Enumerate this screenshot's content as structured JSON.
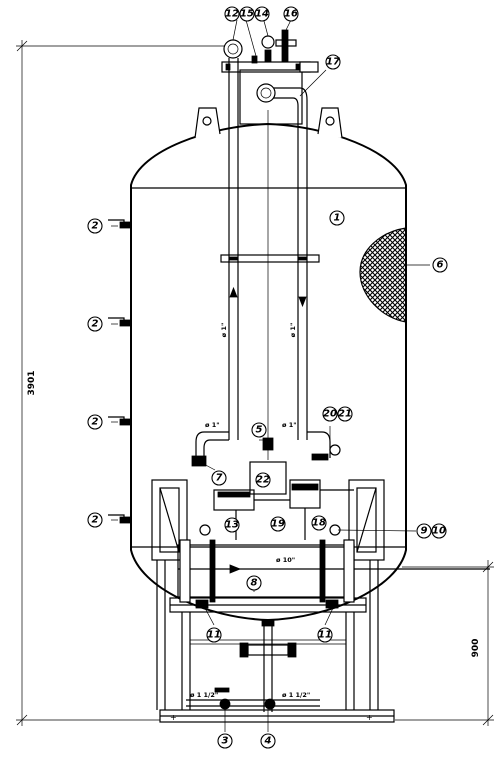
{
  "dimensions": {
    "overall_height": "3901",
    "base_height": "900"
  },
  "pipe_labels": {
    "riser_left": "ø 1\"",
    "riser_right": "ø 1\"",
    "branch_left": "ø 1\"",
    "branch_right": "ø 1\"",
    "collector": "ø 10\"",
    "drain_left": "ø 1 1/2\"",
    "drain_right": "ø 1 1/2\""
  },
  "callouts": [
    "1",
    "2",
    "3",
    "4",
    "5",
    "6",
    "7",
    "8",
    "9",
    "10",
    "11",
    "12",
    "13",
    "14",
    "15",
    "16",
    "17",
    "18",
    "19",
    "20",
    "21",
    "22"
  ]
}
